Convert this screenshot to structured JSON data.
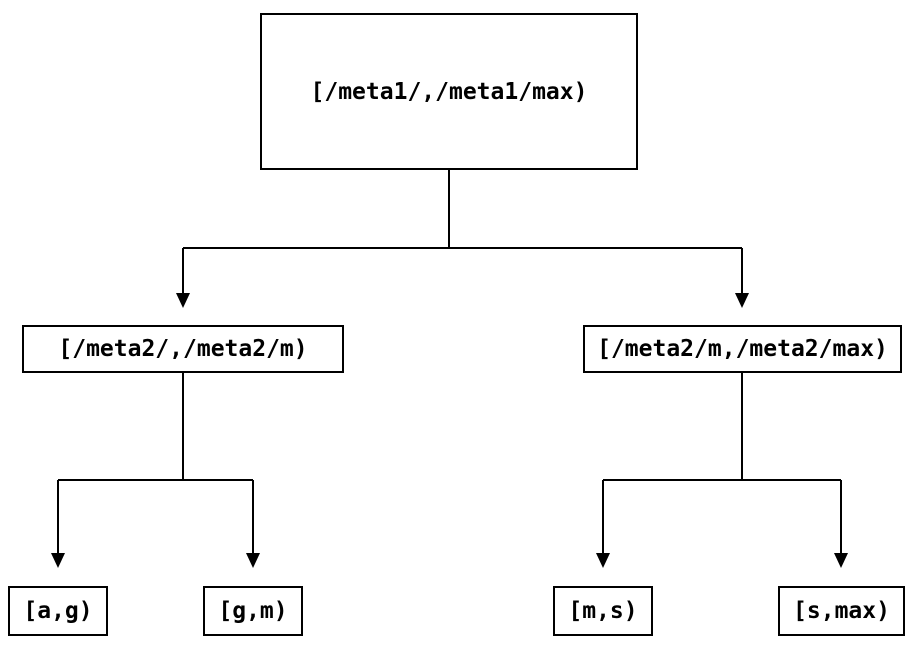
{
  "diagram": {
    "type": "tree",
    "background_color": "#ffffff",
    "line_color": "#000000",
    "text_color": "#000000",
    "node_border_color": "#000000",
    "node_fill_color": "#ffffff",
    "nodes": {
      "root": {
        "label": "[/meta1/,/meta1/max)"
      },
      "meta2_low": {
        "label": "[/meta2/,/meta2/m)"
      },
      "meta2_high": {
        "label": "[/meta2/m,/meta2/max)"
      },
      "leaf_ag": {
        "label": "[a,g)"
      },
      "leaf_gm": {
        "label": "[g,m)"
      },
      "leaf_ms": {
        "label": "[m,s)"
      },
      "leaf_smax": {
        "label": "[s,max)"
      }
    },
    "edges": [
      {
        "from": "root",
        "to": "meta2_low"
      },
      {
        "from": "root",
        "to": "meta2_high"
      },
      {
        "from": "meta2_low",
        "to": "leaf_ag"
      },
      {
        "from": "meta2_low",
        "to": "leaf_gm"
      },
      {
        "from": "meta2_high",
        "to": "leaf_ms"
      },
      {
        "from": "meta2_high",
        "to": "leaf_smax"
      }
    ]
  }
}
